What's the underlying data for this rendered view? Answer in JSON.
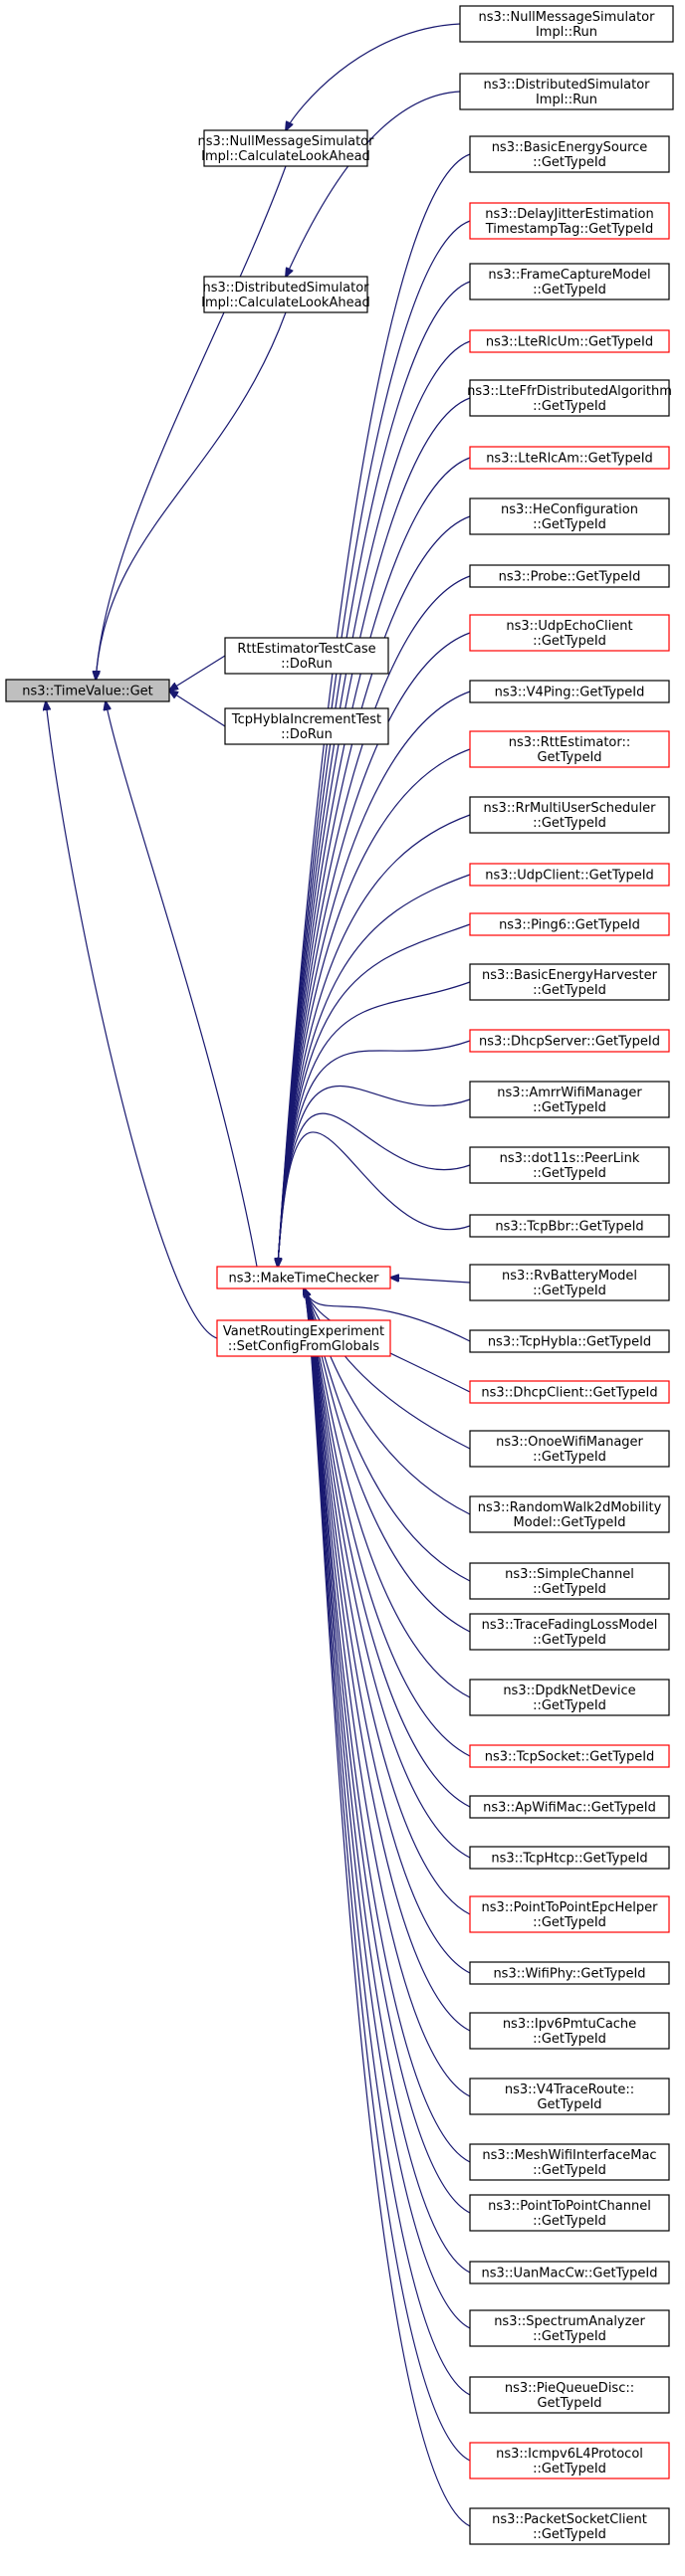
{
  "colors": {
    "edge": "#191970",
    "black_border": "#000000",
    "red_border": "#ff0000",
    "root_fill": "#bfbfbf"
  },
  "nodes": {
    "root": {
      "lines": [
        "ns3::TimeValue::Get"
      ]
    },
    "nullmsg_lookahead": {
      "lines": [
        "ns3::NullMessageSimulator",
        "Impl::CalculateLookAhead"
      ]
    },
    "distrib_lookahead": {
      "lines": [
        "ns3::DistributedSimulator",
        "Impl::CalculateLookAhead"
      ]
    },
    "rtt_test": {
      "lines": [
        "RttEstimatorTestCase",
        "::DoRun"
      ]
    },
    "tcphybla_test": {
      "lines": [
        "TcpHyblaIncrementTest",
        "::DoRun"
      ]
    },
    "make_time_checker": {
      "lines": [
        "ns3::MakeTimeChecker"
      ]
    },
    "vanet": {
      "lines": [
        "VanetRoutingExperiment",
        "::SetConfigFromGlobals"
      ]
    },
    "nullmsg_run": {
      "lines": [
        "ns3::NullMessageSimulator",
        "Impl::Run"
      ]
    },
    "distrib_run": {
      "lines": [
        "ns3::DistributedSimulator",
        "Impl::Run"
      ]
    },
    "c1": {
      "lines": [
        "ns3::BasicEnergySource",
        "::GetTypeId"
      ]
    },
    "c2": {
      "lines": [
        "ns3::DelayJitterEstimation",
        "TimestampTag::GetTypeId"
      ]
    },
    "c3": {
      "lines": [
        "ns3::FrameCaptureModel",
        "::GetTypeId"
      ]
    },
    "c4": {
      "lines": [
        "ns3::LteRlcUm::GetTypeId"
      ]
    },
    "c5": {
      "lines": [
        "ns3::LteFfrDistributedAlgorithm",
        "::GetTypeId"
      ]
    },
    "c6": {
      "lines": [
        "ns3::LteRlcAm::GetTypeId"
      ]
    },
    "c7": {
      "lines": [
        "ns3::HeConfiguration",
        "::GetTypeId"
      ]
    },
    "c8": {
      "lines": [
        "ns3::Probe::GetTypeId"
      ]
    },
    "c9": {
      "lines": [
        "ns3::UdpEchoClient",
        "::GetTypeId"
      ]
    },
    "c10": {
      "lines": [
        "ns3::V4Ping::GetTypeId"
      ]
    },
    "c11": {
      "lines": [
        "ns3::RttEstimator::",
        "GetTypeId"
      ]
    },
    "c12": {
      "lines": [
        "ns3::RrMultiUserScheduler",
        "::GetTypeId"
      ]
    },
    "c13": {
      "lines": [
        "ns3::UdpClient::GetTypeId"
      ]
    },
    "c14": {
      "lines": [
        "ns3::Ping6::GetTypeId"
      ]
    },
    "c15": {
      "lines": [
        "ns3::BasicEnergyHarvester",
        "::GetTypeId"
      ]
    },
    "c16": {
      "lines": [
        "ns3::DhcpServer::GetTypeId"
      ]
    },
    "c17": {
      "lines": [
        "ns3::AmrrWifiManager",
        "::GetTypeId"
      ]
    },
    "c18": {
      "lines": [
        "ns3::dot11s::PeerLink",
        "::GetTypeId"
      ]
    },
    "c19": {
      "lines": [
        "ns3::TcpBbr::GetTypeId"
      ]
    },
    "c20": {
      "lines": [
        "ns3::RvBatteryModel",
        "::GetTypeId"
      ]
    },
    "c21": {
      "lines": [
        "ns3::TcpHybla::GetTypeId"
      ]
    },
    "c22": {
      "lines": [
        "ns3::DhcpClient::GetTypeId"
      ]
    },
    "c23": {
      "lines": [
        "ns3::OnoeWifiManager",
        "::GetTypeId"
      ]
    },
    "c24": {
      "lines": [
        "ns3::RandomWalk2dMobility",
        "Model::GetTypeId"
      ]
    },
    "c25": {
      "lines": [
        "ns3::SimpleChannel",
        "::GetTypeId"
      ]
    },
    "c26": {
      "lines": [
        "ns3::TraceFadingLossModel",
        "::GetTypeId"
      ]
    },
    "c27": {
      "lines": [
        "ns3::DpdkNetDevice",
        "::GetTypeId"
      ]
    },
    "c28": {
      "lines": [
        "ns3::TcpSocket::GetTypeId"
      ]
    },
    "c29": {
      "lines": [
        "ns3::ApWifiMac::GetTypeId"
      ]
    },
    "c30": {
      "lines": [
        "ns3::TcpHtcp::GetTypeId"
      ]
    },
    "c31": {
      "lines": [
        "ns3::PointToPointEpcHelper",
        "::GetTypeId"
      ]
    },
    "c32": {
      "lines": [
        "ns3::WifiPhy::GetTypeId"
      ]
    },
    "c33": {
      "lines": [
        "ns3::Ipv6PmtuCache",
        "::GetTypeId"
      ]
    },
    "c34": {
      "lines": [
        "ns3::V4TraceRoute::",
        "GetTypeId"
      ]
    },
    "c35": {
      "lines": [
        "ns3::MeshWifiInterfaceMac",
        "::GetTypeId"
      ]
    },
    "c36": {
      "lines": [
        "ns3::PointToPointChannel",
        "::GetTypeId"
      ]
    },
    "c37": {
      "lines": [
        "ns3::UanMacCw::GetTypeId"
      ]
    },
    "c38": {
      "lines": [
        "ns3::SpectrumAnalyzer",
        "::GetTypeId"
      ]
    },
    "c39": {
      "lines": [
        "ns3::PieQueueDisc::",
        "GetTypeId"
      ]
    },
    "c40": {
      "lines": [
        "ns3::Icmpv6L4Protocol",
        "::GetTypeId"
      ]
    },
    "c41": {
      "lines": [
        "ns3::PacketSocketClient",
        "::GetTypeId"
      ]
    }
  }
}
